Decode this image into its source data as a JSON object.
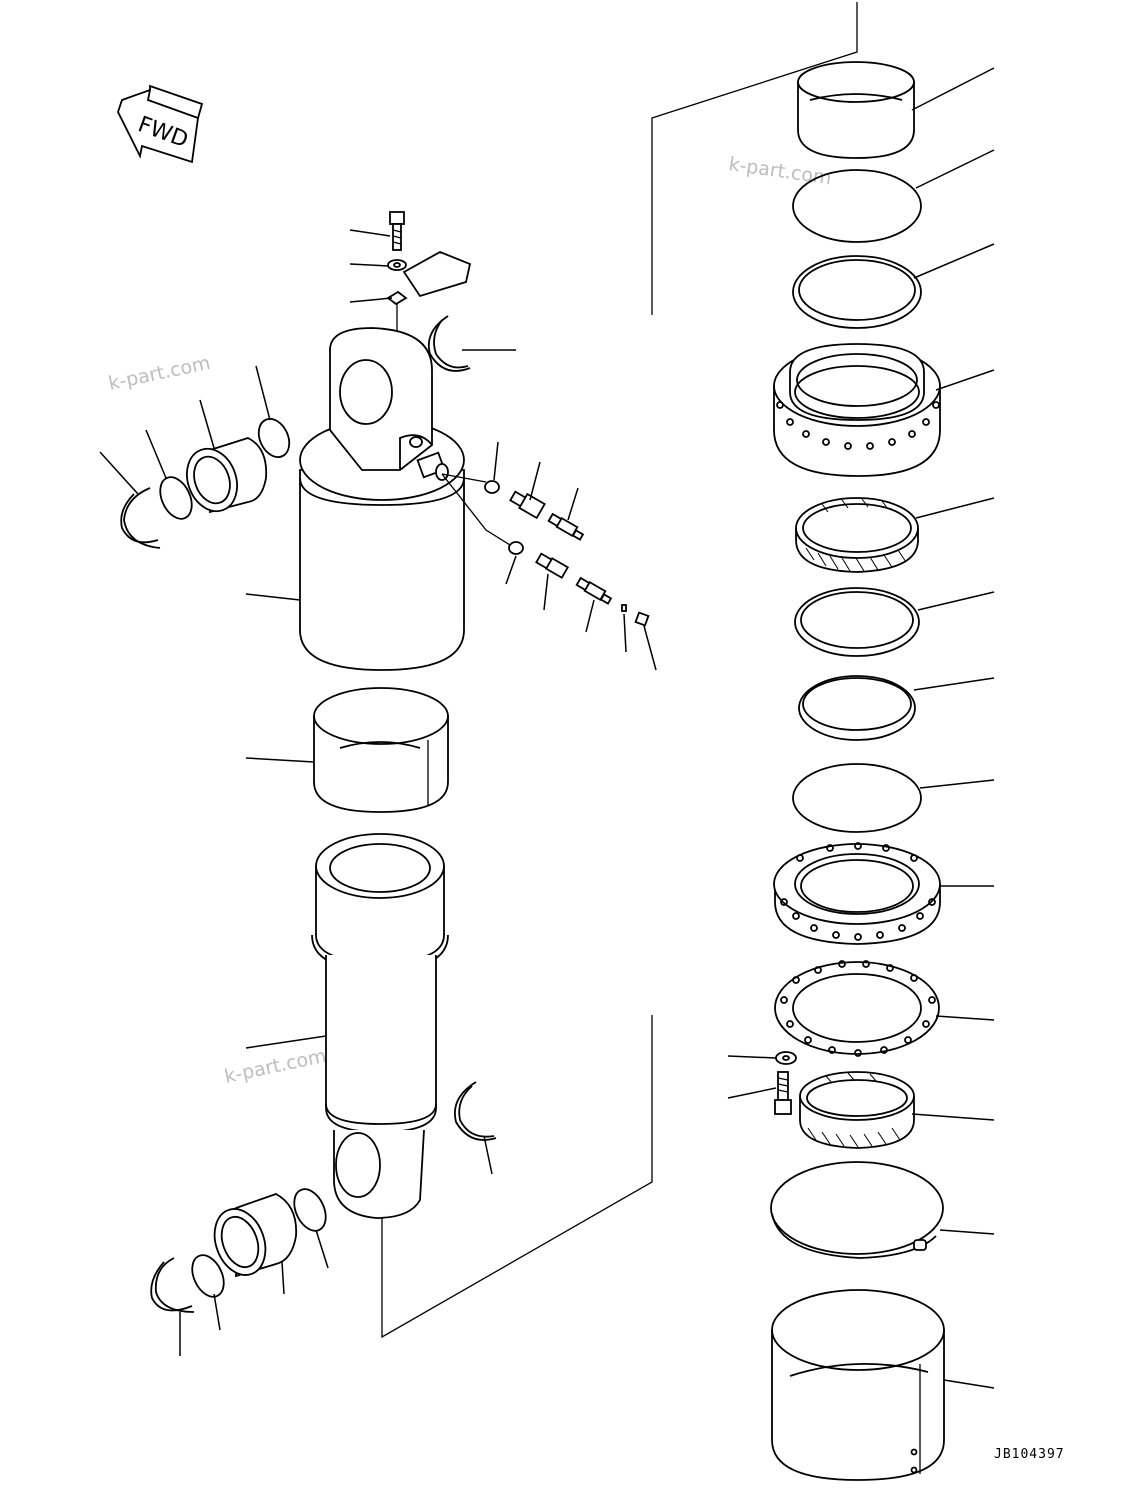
{
  "drawing": {
    "fwd_label": "FWD",
    "watermark": "k-part.com",
    "drawing_code": "JB104397"
  }
}
